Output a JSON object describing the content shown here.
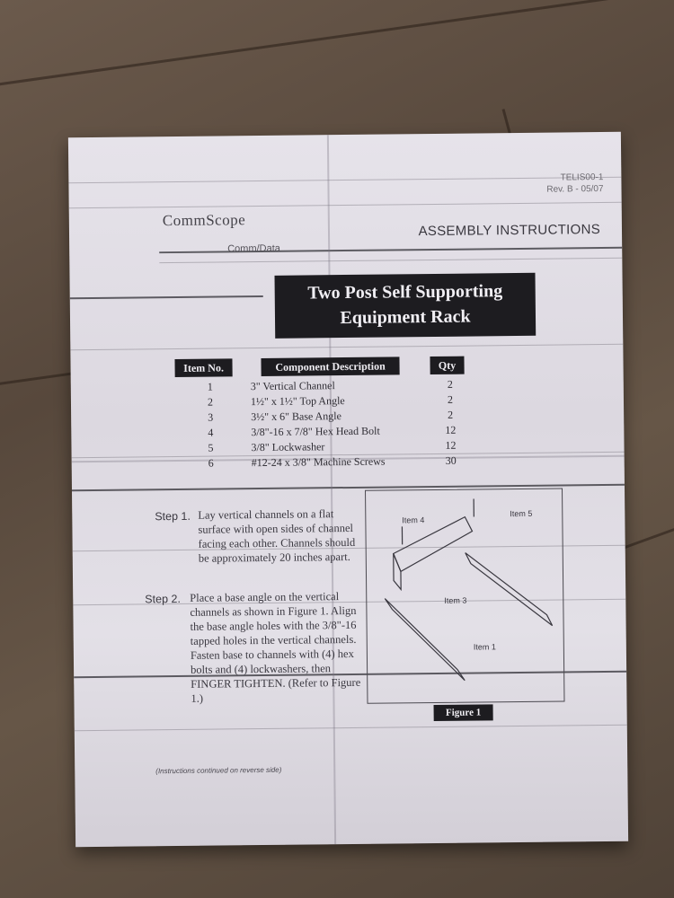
{
  "document": {
    "doc_number": "TELIS00-1",
    "revision": "Rev. B - 05/07",
    "brand": "CommScope",
    "brand_sub": "Comm/Data",
    "doc_type": "ASSEMBLY INSTRUCTIONS",
    "title_line1": "Two Post Self Supporting",
    "title_line2": "Equipment Rack"
  },
  "parts_table": {
    "headers": [
      "Item No.",
      "Component Description",
      "Qty"
    ],
    "rows": [
      {
        "no": "1",
        "desc": "3\" Vertical Channel",
        "qty": "2"
      },
      {
        "no": "2",
        "desc": "1½\" x 1½\" Top Angle",
        "qty": "2"
      },
      {
        "no": "3",
        "desc": "3½\" x 6\" Base Angle",
        "qty": "2"
      },
      {
        "no": "4",
        "desc": "3/8\"-16 x 7/8\" Hex Head Bolt",
        "qty": "12"
      },
      {
        "no": "5",
        "desc": "3/8\" Lockwasher",
        "qty": "12"
      },
      {
        "no": "6",
        "desc": "#12-24 x 3/8\" Machine Screws",
        "qty": "30"
      }
    ]
  },
  "steps": [
    {
      "label": "Step 1.",
      "text": "Lay vertical channels on a flat surface with open sides of channel facing each other. Channels should be approximately 20 inches apart."
    },
    {
      "label": "Step 2.",
      "text": "Place a base angle on the vertical channels as shown in Figure 1. Align the base angle holes with the 3/8\"-16 tapped holes in the vertical channels. Fasten base to channels with (4) hex bolts and (4) lockwashers, then FINGER TIGHTEN. (Refer to Figure 1.)"
    }
  ],
  "figure": {
    "caption": "Figure 1",
    "labels": [
      "Item 4",
      "Item 5",
      "Item 3",
      "Item 1"
    ]
  },
  "footnote": "(Instructions continued on reverse side)",
  "colors": {
    "paper": "#e3e0e7",
    "ink": "#1d1c20",
    "floor": "#5e4e41"
  }
}
